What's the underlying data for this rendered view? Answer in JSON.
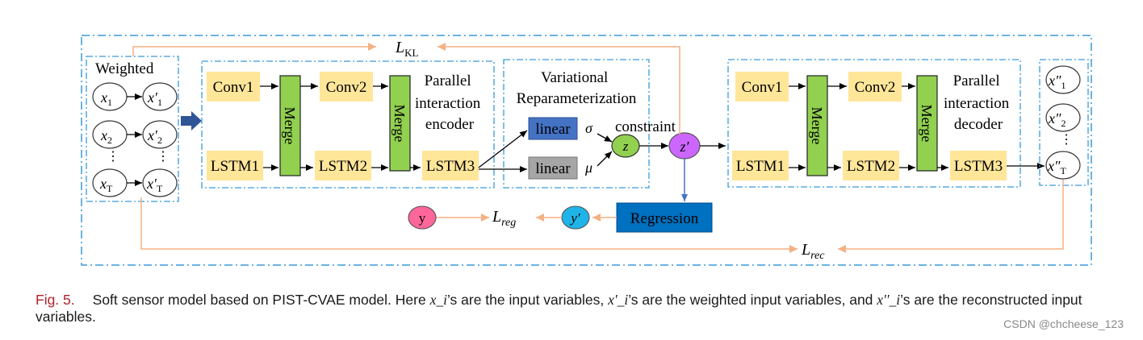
{
  "colors": {
    "frame": "#3a9ad9",
    "yellow_box": "#ffe699",
    "merge": "#92d050",
    "blue_box": "#4472c4",
    "gray_box": "#a6a6a6",
    "regression_box": "#0070c0",
    "orange_arrow": "#f4b183",
    "z_circle": "#92d050",
    "zprime_circle": "#cc66ff",
    "y_circle": "#ff6699",
    "yprime_circle": "#1fb4e8",
    "input_arrow": "#2f5597"
  },
  "losses": {
    "kl": "L_KL",
    "reg": "L_reg",
    "rec": "L_rec"
  },
  "input_block": {
    "title": "Weighted",
    "inputs": [
      "x_1",
      "x_2",
      "x_T"
    ],
    "weighted": [
      "x'_1",
      "x'_2",
      "x'_T"
    ],
    "dots": "⋮"
  },
  "encoder": {
    "conv1": "Conv1",
    "conv2": "Conv2",
    "lstm1": "LSTM1",
    "lstm2": "LSTM2",
    "lstm3": "LSTM3",
    "merge": "Merge",
    "title_lines": [
      "Parallel",
      "interaction",
      "encoder"
    ]
  },
  "reparam": {
    "title_lines": [
      "Variational",
      "Reparameterization"
    ],
    "linear": "linear",
    "sigma": "σ",
    "mu": "μ",
    "z": "z",
    "constraint": "constraint",
    "zprime": "z′"
  },
  "decoder": {
    "conv1": "Conv1",
    "conv2": "Conv2",
    "lstm1": "LSTM1",
    "lstm2": "LSTM2",
    "lstm3": "LSTM3",
    "merge": "Merge",
    "title_lines": [
      "Parallel",
      "interaction",
      "decoder"
    ]
  },
  "outputs": {
    "items": [
      "x''_1",
      "x''_2",
      "x''_T"
    ],
    "dots": "⋮"
  },
  "regression": {
    "label": "Regression",
    "y": "y",
    "yprime": "y′"
  },
  "caption": {
    "fig": "Fig. 5.",
    "part1": "Soft sensor model based on PIST-CVAE model. Here ",
    "xi": "x_i",
    "part2": "’s are the input variables, ",
    "xpi": "x'_i",
    "part3": "’s are the weighted input variables, and ",
    "xppi": "x''_i",
    "part4": "’s are the reconstructed input variables."
  },
  "watermark": "CSDN @chcheese_123"
}
